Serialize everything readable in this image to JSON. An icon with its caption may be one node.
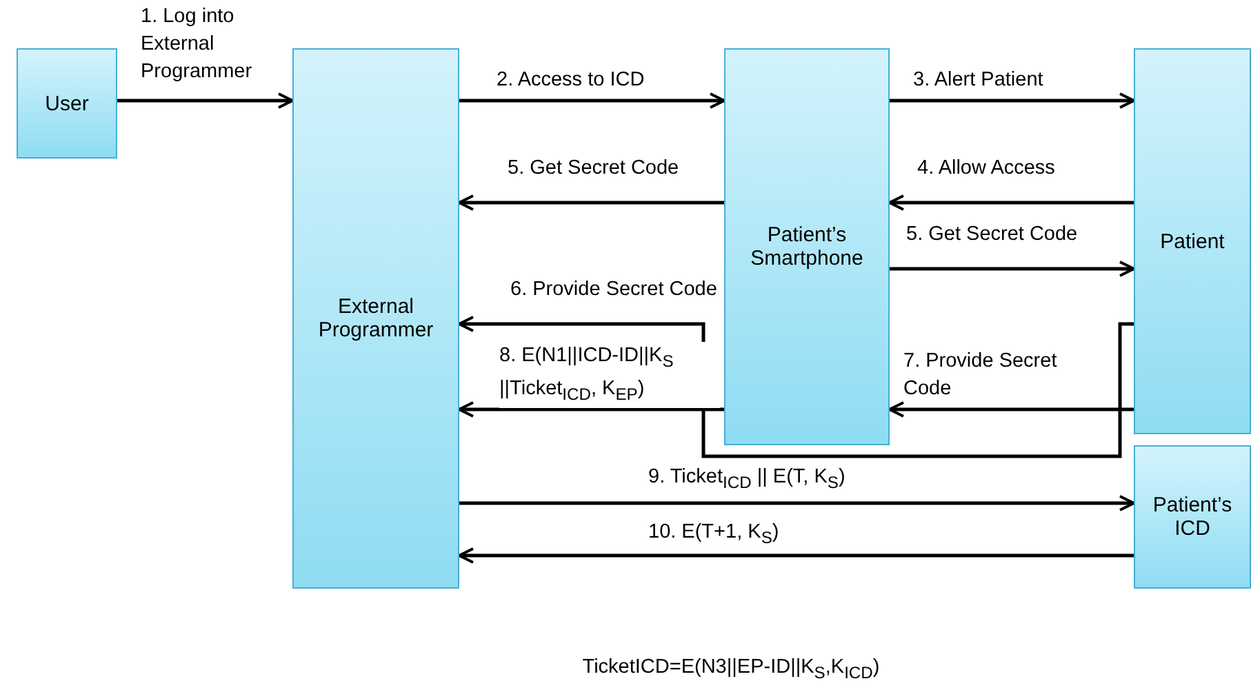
{
  "diagram": {
    "nodes": [
      {
        "text": [
          "User"
        ]
      },
      {
        "text": [
          "External Programmer"
        ]
      },
      {
        "text": [
          "Patient’s Smartphone"
        ]
      },
      {
        "text": [
          "Patient"
        ]
      },
      {
        "text": [
          "Patient’s ICD"
        ]
      }
    ],
    "edges": [
      {
        "from": 0,
        "to": 1,
        "arrow": "to",
        "label": "1. Log into External Programmer"
      },
      {
        "from": 1,
        "to": 2,
        "arrow": "to",
        "label": "2. Access to ICD"
      },
      {
        "from": 2,
        "to": 3,
        "arrow": "to",
        "label": "3. Alert Patient"
      },
      {
        "from": 3,
        "to": 2,
        "arrow": "to",
        "label": "4. Allow Access"
      },
      {
        "from": 2,
        "to": 1,
        "arrow": "to",
        "label": "5. Get Secret Code"
      },
      {
        "from": 2,
        "to": 3,
        "arrow": "to",
        "label": "5. Get Secret Code"
      },
      {
        "from": 3,
        "to": 1,
        "arrow": "to",
        "label": "6. Provide Secret Code"
      },
      {
        "from": 3,
        "to": 2,
        "arrow": "to",
        "label": "7. Provide Secret Code"
      },
      {
        "from": 2,
        "to": 1,
        "arrow": "to",
        "label": "8. E(N1||ICD-ID||K$_{S}$ ||Ticket$_{ICD}$, K$_{EP}$)"
      },
      {
        "from": 1,
        "to": 4,
        "arrow": "to",
        "label": "9. Ticket$_{ICD}$ || E(T, K$_{S}$)"
      },
      {
        "from": 4,
        "to": 1,
        "arrow": "to",
        "label": "10. E(T+1, K$_{S}$)"
      }
    ],
    "labels": [
      "TicketICD=E(N3||EP-ID||K$_{S}$,K$_{ICD}$)"
    ]
  }
}
